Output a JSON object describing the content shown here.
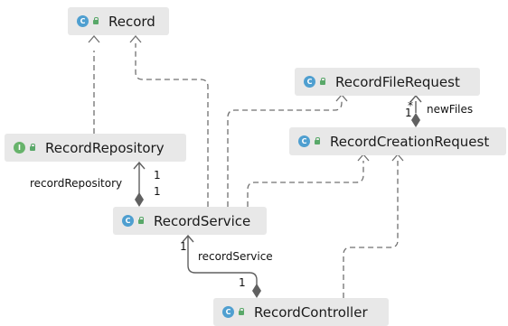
{
  "nodes": {
    "record": {
      "name": "Record",
      "badge": "C"
    },
    "record_repository": {
      "name": "RecordRepository",
      "badge": "I"
    },
    "record_service": {
      "name": "RecordService",
      "badge": "C"
    },
    "record_file_request": {
      "name": "RecordFileRequest",
      "badge": "C"
    },
    "record_creation_request": {
      "name": "RecordCreationRequest",
      "badge": "C"
    },
    "record_controller": {
      "name": "RecordController",
      "badge": "C"
    }
  },
  "edges": {
    "repository_link": {
      "label": "recordRepository",
      "source_multiplicity": "1",
      "target_multiplicity": "1"
    },
    "service_link": {
      "label": "recordService",
      "source_multiplicity": "1",
      "target_multiplicity": "1"
    },
    "files_link": {
      "label": "newFiles",
      "source_multiplicity": "1",
      "target_multiplicity": "*"
    }
  },
  "colors": {
    "node_background": "#e8e8e8",
    "class_badge": "#4f9fd0",
    "interface_badge": "#67b36b",
    "edge": "#707070"
  }
}
